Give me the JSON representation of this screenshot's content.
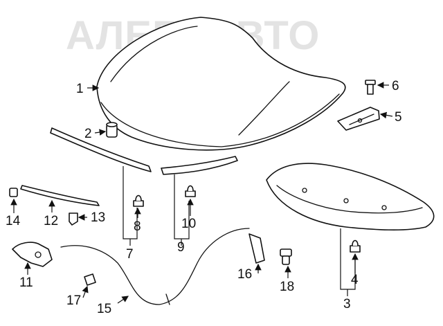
{
  "watermark": {
    "text": "АЛЕГОАВТО"
  },
  "callouts": [
    "1",
    "2",
    "3",
    "4",
    "5",
    "6",
    "7",
    "8",
    "9",
    "10",
    "11",
    "12",
    "13",
    "14",
    "15",
    "16",
    "17",
    "18"
  ]
}
